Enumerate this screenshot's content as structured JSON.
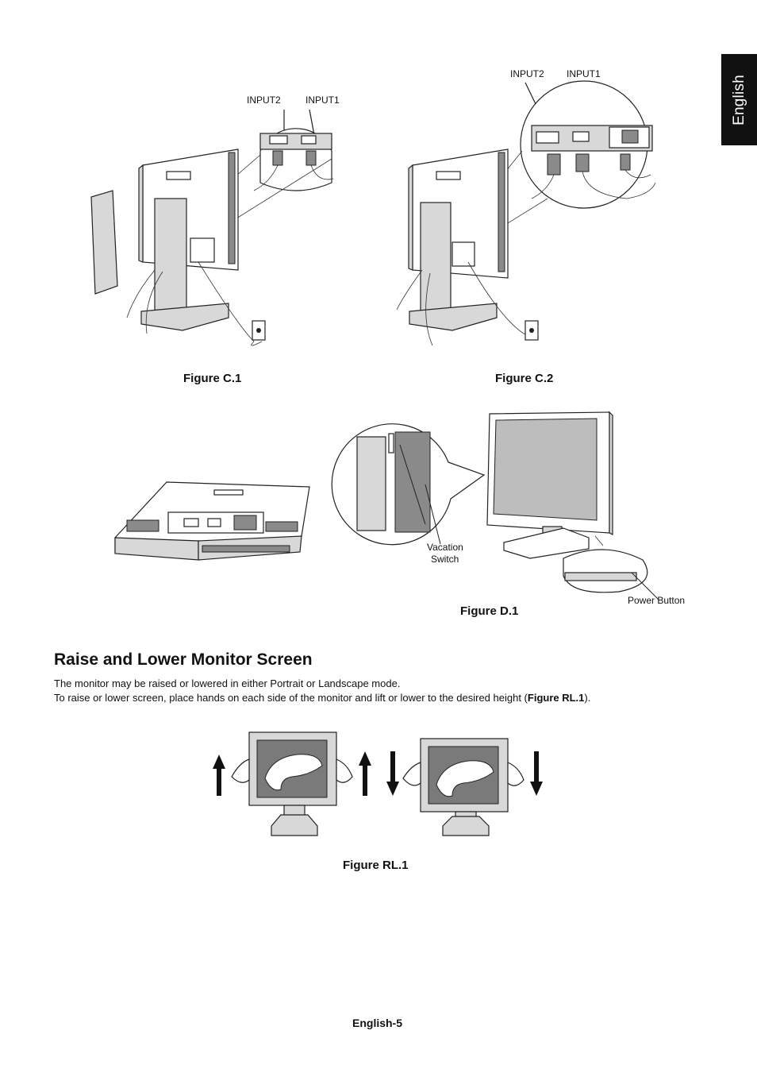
{
  "side_tab": {
    "label": "English"
  },
  "figure_c1": {
    "input2": "INPUT2",
    "input1": "INPUT1",
    "caption": "Figure C.1"
  },
  "figure_c2": {
    "input2": "INPUT2",
    "input1": "INPUT1",
    "caption": "Figure C.2"
  },
  "figure_d1": {
    "vacation_switch_line1": "Vacation",
    "vacation_switch_line2": "Switch",
    "power_button": "Power Button",
    "caption": "Figure D.1"
  },
  "section": {
    "heading": "Raise and Lower Monitor Screen",
    "line1": "The monitor may be raised or lowered in either Portrait or Landscape mode.",
    "line2_before": "To raise or lower screen, place hands on each side of the monitor and lift or lower to the desired height (",
    "line2_bold": "Figure RL.1",
    "line2_after": ")."
  },
  "figure_rl1": {
    "caption": "Figure RL.1"
  },
  "footer": {
    "page_label": "English-5"
  }
}
